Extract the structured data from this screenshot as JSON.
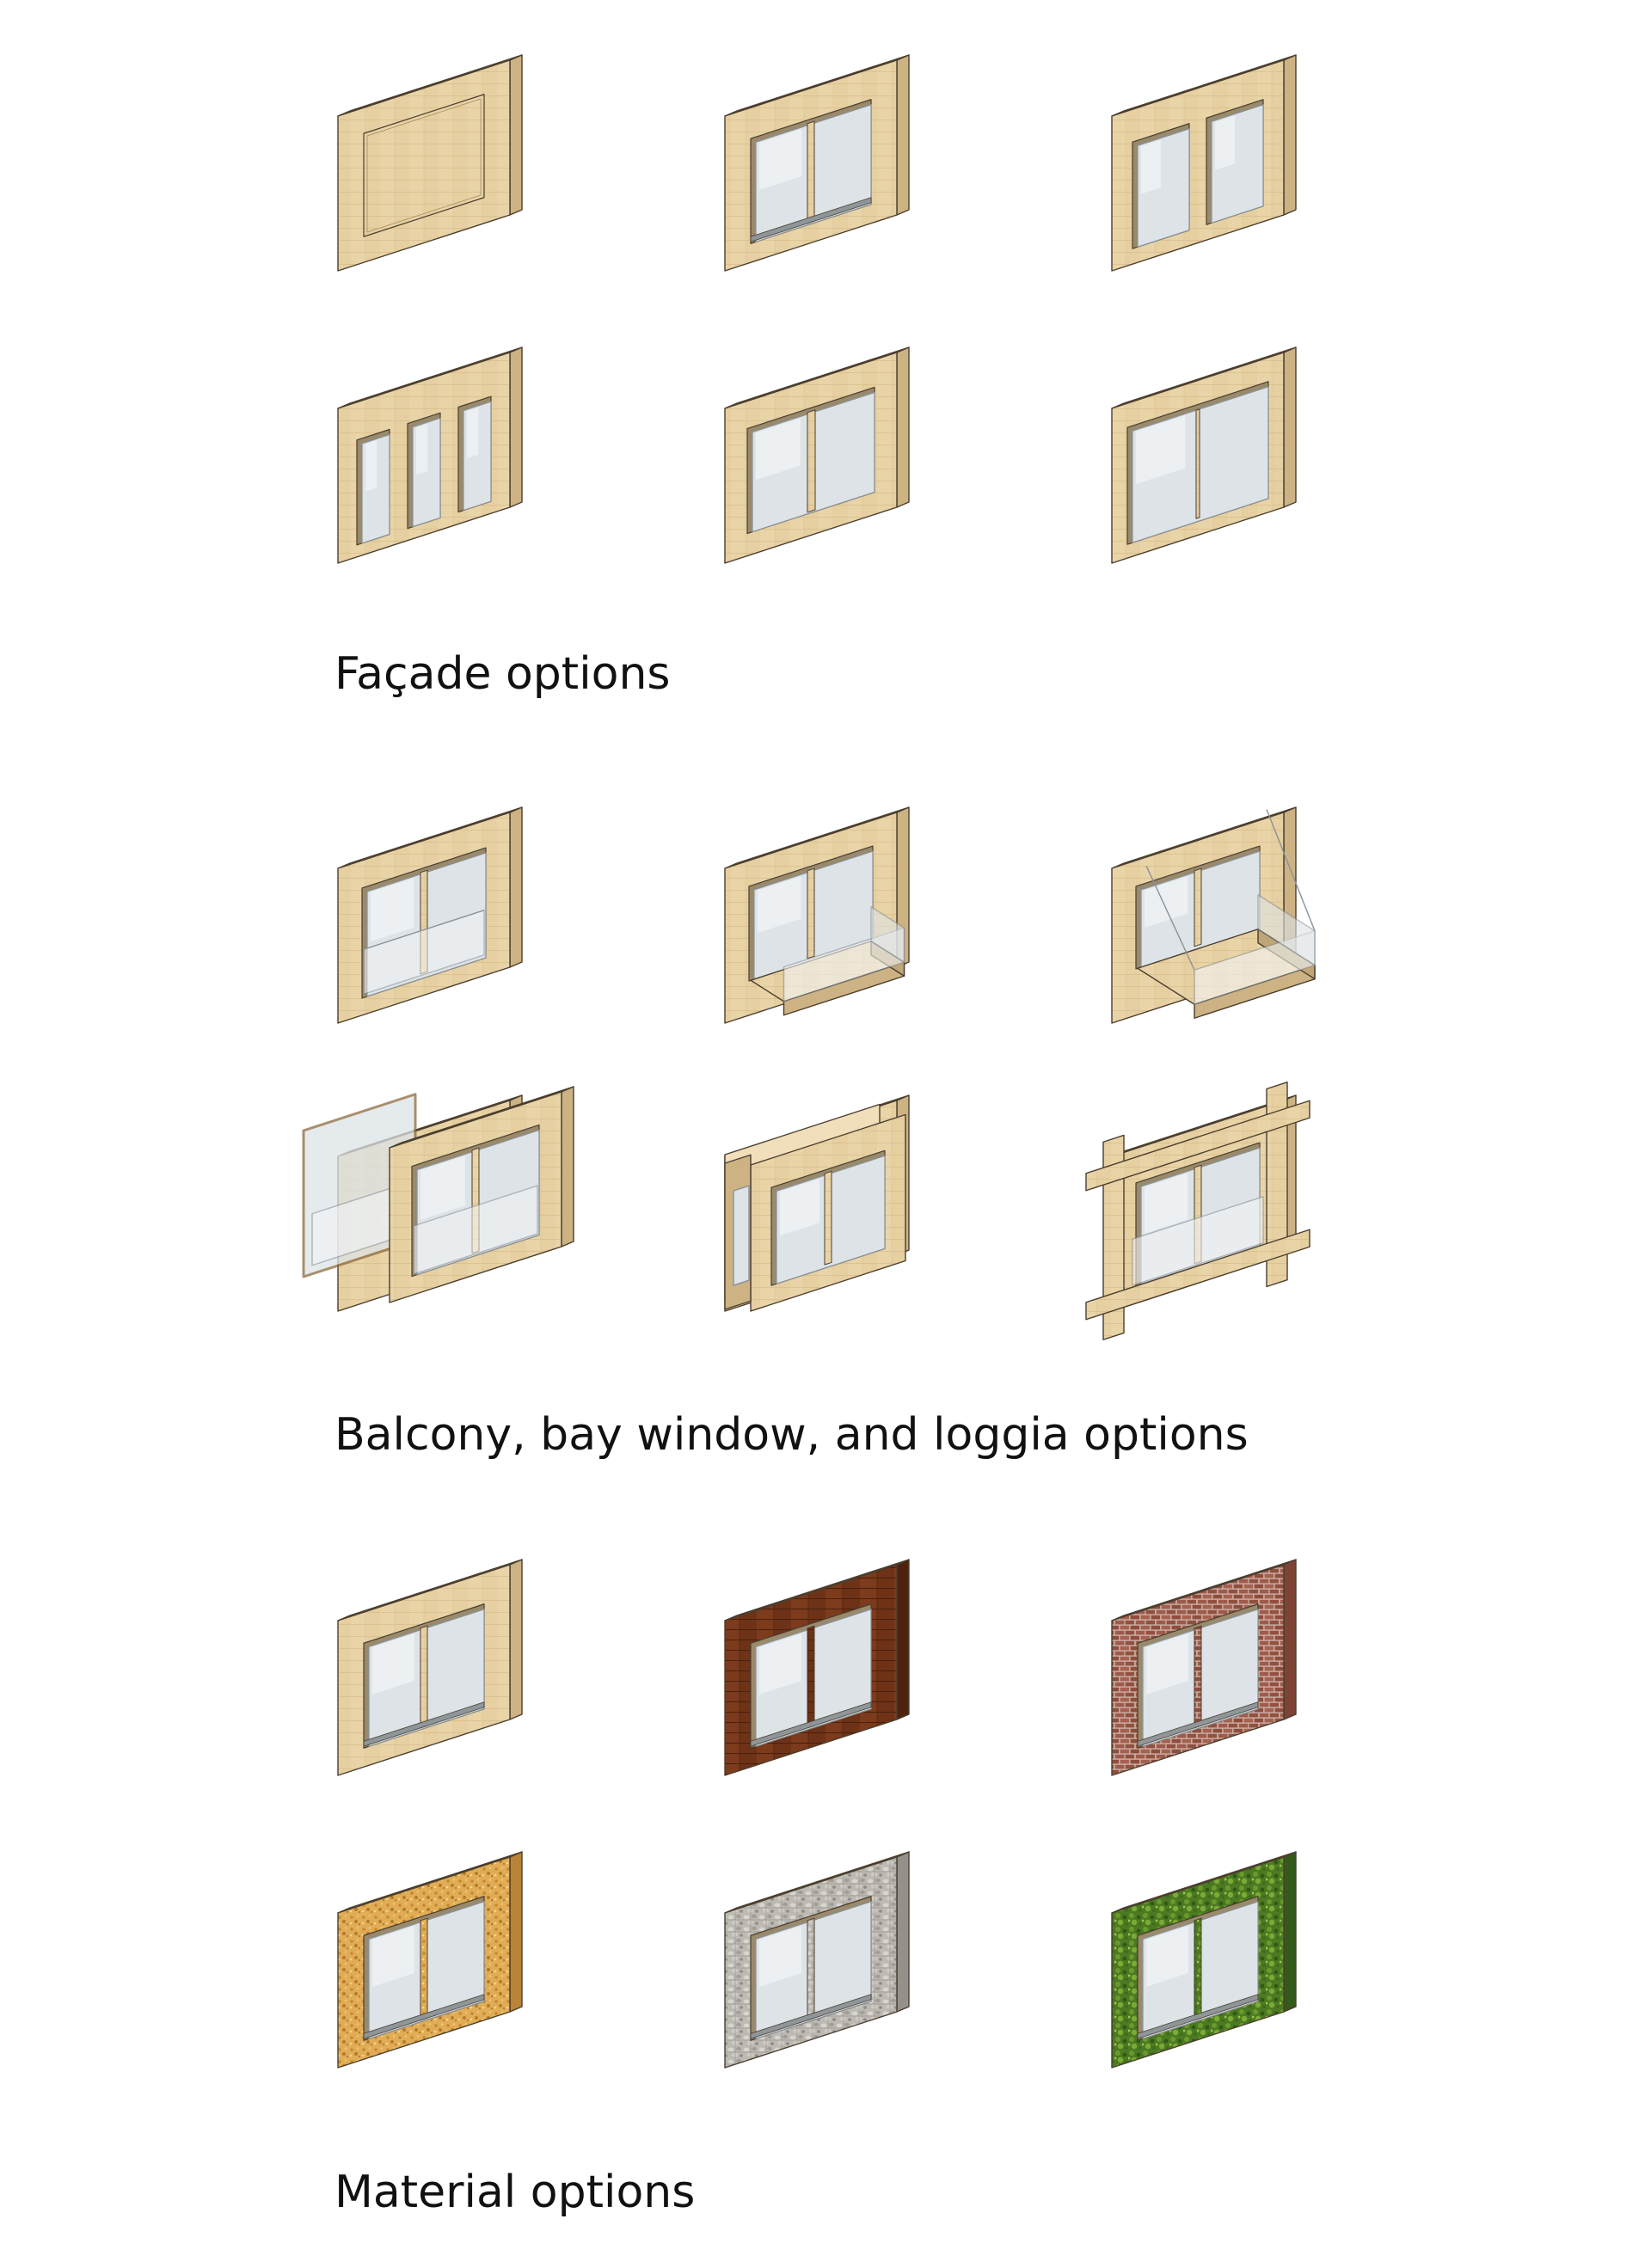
{
  "sections": [
    {
      "title": "Façade options",
      "items": [
        {
          "name": "facade-solid-panel",
          "material": "wood",
          "variant": "solid"
        },
        {
          "name": "facade-double-window",
          "material": "wood",
          "variant": "double"
        },
        {
          "name": "facade-double-window-mullion",
          "material": "wood",
          "variant": "double-mullion"
        },
        {
          "name": "facade-triple-narrow-window",
          "material": "wood",
          "variant": "triple"
        },
        {
          "name": "facade-wide-double-window",
          "material": "wood",
          "variant": "wide-double"
        },
        {
          "name": "facade-large-window",
          "material": "wood",
          "variant": "large"
        }
      ]
    },
    {
      "title": "Balcony, bay window, and loggia options",
      "items": [
        {
          "name": "juliet-balcony",
          "material": "wood",
          "variant": "juliet"
        },
        {
          "name": "small-balcony",
          "material": "wood",
          "variant": "balcony-small"
        },
        {
          "name": "large-balcony",
          "material": "wood",
          "variant": "balcony-large"
        },
        {
          "name": "glass-loggia",
          "material": "wood",
          "variant": "loggia"
        },
        {
          "name": "bay-window",
          "material": "wood",
          "variant": "bay"
        },
        {
          "name": "timber-frame-loggia",
          "material": "wood",
          "variant": "frame-loggia"
        }
      ]
    },
    {
      "title": "Material options",
      "items": [
        {
          "name": "material-light-wood",
          "material": "wood",
          "variant": "double"
        },
        {
          "name": "material-dark-wood",
          "material": "darkwood",
          "variant": "double"
        },
        {
          "name": "material-brick",
          "material": "brick",
          "variant": "double"
        },
        {
          "name": "material-cork",
          "material": "cork",
          "variant": "double"
        },
        {
          "name": "material-gabion-stone",
          "material": "stone",
          "variant": "double"
        },
        {
          "name": "material-green-wall",
          "material": "moss",
          "variant": "double"
        }
      ]
    }
  ],
  "colors": {
    "wood_face": "#e6cfa0",
    "wood_top": "#f0dfba",
    "wood_side": "#cdb384",
    "darkwood_face": "#6e3217",
    "brick_face": "#9e5a4c",
    "cork_face": "#e0ad56",
    "stone_face": "#bdbab4",
    "moss_face": "#4c7a22",
    "glass": "#dde3e7",
    "glass_light": "#f2f5f7",
    "glass_edge": "#8a9196",
    "outline": "#4a3e2e",
    "title_text": "#111111"
  }
}
